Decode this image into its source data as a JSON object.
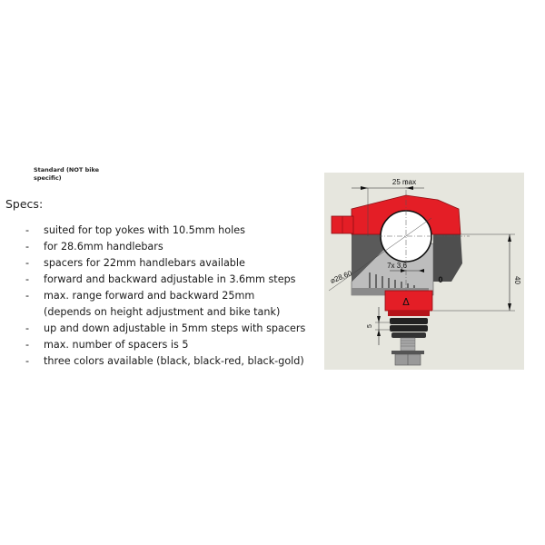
{
  "subtitle": "Standard (NOT bike specific)",
  "specs": {
    "title": "Specs:",
    "items": [
      {
        "bullet": "-",
        "text": "suited for top yokes with 10.5mm holes"
      },
      {
        "bullet": "-",
        "text": "for 28.6mm handlebars"
      },
      {
        "bullet": "-",
        "text": "spacers for 22mm handlebars available"
      },
      {
        "bullet": "-",
        "text": "forward and backward adjustable in 3.6mm steps"
      },
      {
        "bullet": "-",
        "text": "max. range forward and backward 25mm"
      },
      {
        "bullet": "",
        "text": "(depends on height adjustment and bike tank)"
      },
      {
        "bullet": "-",
        "text": "up and down adjustable in 5mm steps with spacers"
      },
      {
        "bullet": "-",
        "text": "max. number of spacers is 5"
      },
      {
        "bullet": "-",
        "text": "three colors available (black, black-red, black-gold)"
      }
    ]
  },
  "diagram": {
    "dim_top": "25 max",
    "dim_diameter": "⌀28,60",
    "dim_steps": "7x 3,6",
    "dim_zero": "0",
    "dim_height": "40",
    "dim_spacer": "5",
    "marker": "Δ",
    "colors": {
      "red": "#e41e26",
      "dark_red": "#b5141a",
      "dark_gray": "#5a5a5a",
      "light_gray": "#bdbdbd",
      "background": "#e6e6de"
    }
  }
}
